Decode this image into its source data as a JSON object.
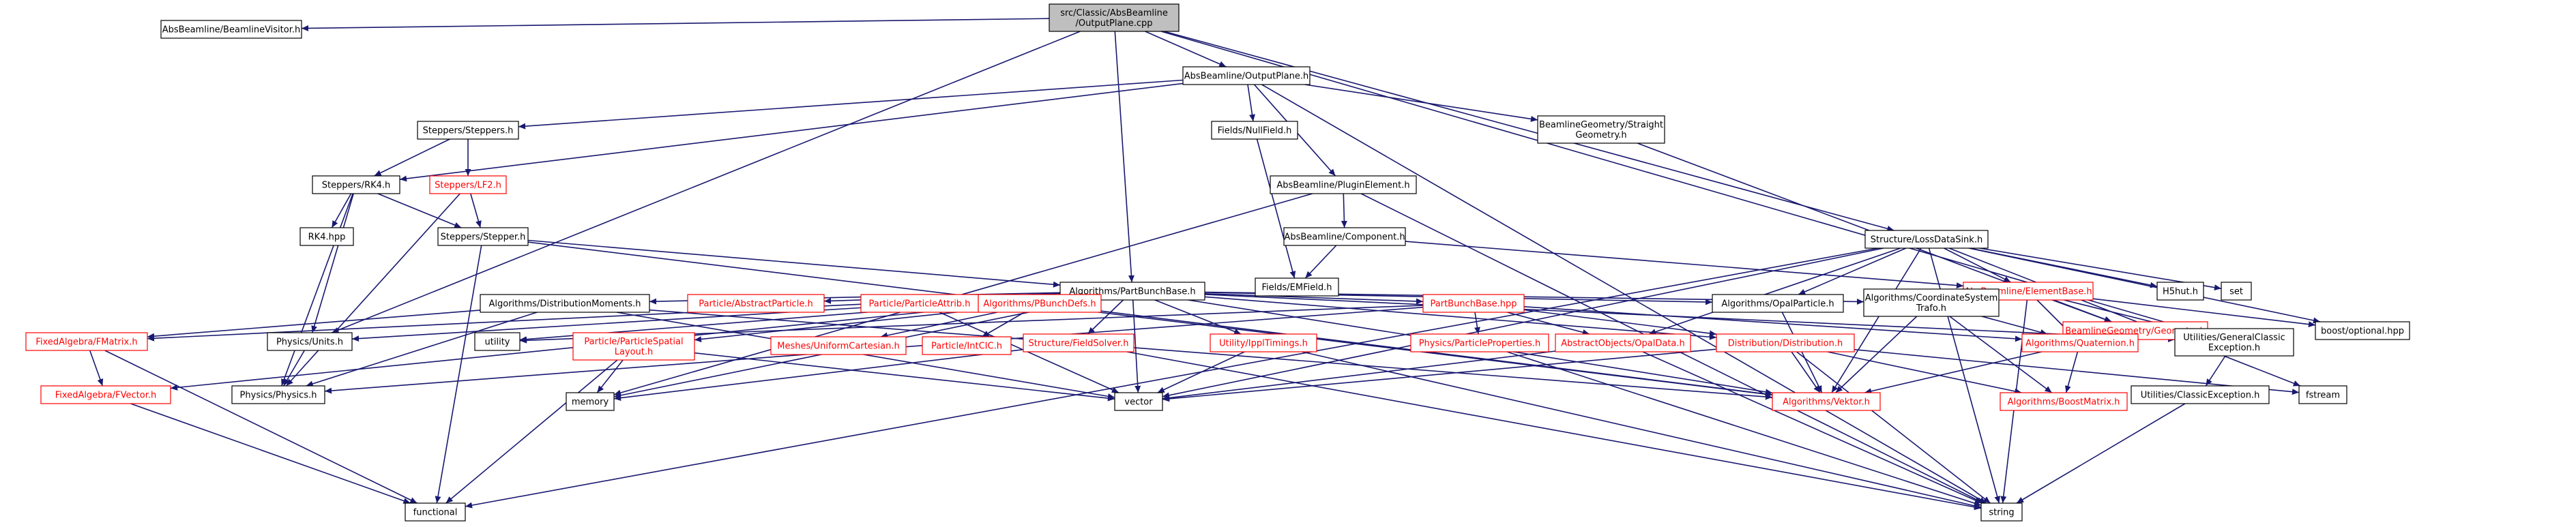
{
  "diagram": {
    "type": "include-dependency-graph",
    "colors": {
      "edge": "#191970",
      "root_fill": "#bfbfbf",
      "node_fill": "#ffffff",
      "node_border_plain": "#000000",
      "node_border_linked": "#ff0000",
      "text_plain": "#000000",
      "text_linked": "#ff0000"
    },
    "nodes": [
      {
        "id": "root",
        "lines": [
          "src/Classic/AbsBeamline",
          "/OutputPlane.cpp"
        ],
        "kind": "root"
      },
      {
        "id": "beamlinevisitor",
        "lines": [
          "AbsBeamline/BeamlineVisitor.h"
        ],
        "kind": "plain"
      },
      {
        "id": "outputplane_h",
        "lines": [
          "AbsBeamline/OutputPlane.h"
        ],
        "kind": "plain"
      },
      {
        "id": "steppers_h",
        "lines": [
          "Steppers/Steppers.h"
        ],
        "kind": "plain"
      },
      {
        "id": "nullfield",
        "lines": [
          "Fields/NullField.h"
        ],
        "kind": "plain"
      },
      {
        "id": "straightgeom",
        "lines": [
          "BeamlineGeometry/Straight",
          "Geometry.h"
        ],
        "kind": "plain"
      },
      {
        "id": "rk4_h",
        "lines": [
          "Steppers/RK4.h"
        ],
        "kind": "plain"
      },
      {
        "id": "lf2_h",
        "lines": [
          "Steppers/LF2.h"
        ],
        "kind": "linked"
      },
      {
        "id": "pluginelement",
        "lines": [
          "AbsBeamline/PluginElement.h"
        ],
        "kind": "plain"
      },
      {
        "id": "rk4_hpp",
        "lines": [
          "RK4.hpp"
        ],
        "kind": "plain"
      },
      {
        "id": "stepper_h",
        "lines": [
          "Steppers/Stepper.h"
        ],
        "kind": "plain"
      },
      {
        "id": "component",
        "lines": [
          "AbsBeamline/Component.h"
        ],
        "kind": "plain"
      },
      {
        "id": "lossdatasink",
        "lines": [
          "Structure/LossDataSink.h"
        ],
        "kind": "plain"
      },
      {
        "id": "emfield",
        "lines": [
          "Fields/EMField.h"
        ],
        "kind": "plain"
      },
      {
        "id": "partbunchbase_h",
        "lines": [
          "Algorithms/PartBunchBase.h"
        ],
        "kind": "plain"
      },
      {
        "id": "elementbase",
        "lines": [
          "AbsBeamline/ElementBase.h"
        ],
        "kind": "linked"
      },
      {
        "id": "h5hut",
        "lines": [
          "H5hut.h"
        ],
        "kind": "plain"
      },
      {
        "id": "set",
        "lines": [
          "set"
        ],
        "kind": "plain"
      },
      {
        "id": "distmoments",
        "lines": [
          "Algorithms/DistributionMoments.h"
        ],
        "kind": "plain"
      },
      {
        "id": "abstractparticle",
        "lines": [
          "Particle/AbstractParticle.h"
        ],
        "kind": "linked"
      },
      {
        "id": "particleattrib",
        "lines": [
          "Particle/ParticleAttrib.h"
        ],
        "kind": "linked"
      },
      {
        "id": "pbunchdefs",
        "lines": [
          "Algorithms/PBunchDefs.h"
        ],
        "kind": "linked"
      },
      {
        "id": "partbunchbase_hpp",
        "lines": [
          "PartBunchBase.hpp"
        ],
        "kind": "linked"
      },
      {
        "id": "opalparticle",
        "lines": [
          "Algorithms/OpalParticle.h"
        ],
        "kind": "plain"
      },
      {
        "id": "coordsystrafo",
        "lines": [
          "Algorithms/CoordinateSystem",
          "Trafo.h"
        ],
        "kind": "plain"
      },
      {
        "id": "beamlinegeometry",
        "lines": [
          "BeamlineGeometry/Geometry.h"
        ],
        "kind": "linked"
      },
      {
        "id": "boostoptional",
        "lines": [
          "boost/optional.hpp"
        ],
        "kind": "plain"
      },
      {
        "id": "fmatrix",
        "lines": [
          "FixedAlgebra/FMatrix.h"
        ],
        "kind": "linked"
      },
      {
        "id": "physunits",
        "lines": [
          "Physics/Units.h"
        ],
        "kind": "plain"
      },
      {
        "id": "utility",
        "lines": [
          "utility"
        ],
        "kind": "plain"
      },
      {
        "id": "spatiallayout",
        "lines": [
          "Particle/ParticleSpatial",
          "Layout.h"
        ],
        "kind": "linked"
      },
      {
        "id": "uniformcartesian",
        "lines": [
          "Meshes/UniformCartesian.h"
        ],
        "kind": "linked"
      },
      {
        "id": "intcic",
        "lines": [
          "Particle/IntCIC.h"
        ],
        "kind": "linked"
      },
      {
        "id": "fieldsolver",
        "lines": [
          "Structure/FieldSolver.h"
        ],
        "kind": "linked"
      },
      {
        "id": "ippltimings",
        "lines": [
          "Utility/IpplTimings.h"
        ],
        "kind": "linked"
      },
      {
        "id": "physprops",
        "lines": [
          "Physics/ParticleProperties.h"
        ],
        "kind": "linked"
      },
      {
        "id": "opaldata",
        "lines": [
          "AbstractObjects/OpalData.h"
        ],
        "kind": "linked"
      },
      {
        "id": "distribution",
        "lines": [
          "Distribution/Distribution.h"
        ],
        "kind": "linked"
      },
      {
        "id": "quaternion",
        "lines": [
          "Algorithms/Quaternion.h"
        ],
        "kind": "linked"
      },
      {
        "id": "generalclassic",
        "lines": [
          "Utilities/GeneralClassic",
          "Exception.h"
        ],
        "kind": "plain"
      },
      {
        "id": "fvector",
        "lines": [
          "FixedAlgebra/FVector.h"
        ],
        "kind": "linked"
      },
      {
        "id": "physphysics",
        "lines": [
          "Physics/Physics.h"
        ],
        "kind": "plain"
      },
      {
        "id": "memory",
        "lines": [
          "memory"
        ],
        "kind": "plain"
      },
      {
        "id": "vector",
        "lines": [
          "vector"
        ],
        "kind": "plain"
      },
      {
        "id": "vektor",
        "lines": [
          "Algorithms/Vektor.h"
        ],
        "kind": "linked"
      },
      {
        "id": "boostmatrix",
        "lines": [
          "Algorithms/BoostMatrix.h"
        ],
        "kind": "linked"
      },
      {
        "id": "classicexception",
        "lines": [
          "Utilities/ClassicException.h"
        ],
        "kind": "plain"
      },
      {
        "id": "fstream",
        "lines": [
          "fstream"
        ],
        "kind": "plain"
      },
      {
        "id": "functional",
        "lines": [
          "functional"
        ],
        "kind": "plain"
      },
      {
        "id": "string",
        "lines": [
          "string"
        ],
        "kind": "plain"
      }
    ],
    "edges": [
      [
        "root",
        "beamlinevisitor"
      ],
      [
        "root",
        "outputplane_h"
      ],
      [
        "root",
        "partbunchbase_h"
      ],
      [
        "root",
        "lossdatasink"
      ],
      [
        "root",
        "physunits"
      ],
      [
        "root",
        "generalclassic"
      ],
      [
        "outputplane_h",
        "steppers_h"
      ],
      [
        "outputplane_h",
        "nullfield"
      ],
      [
        "outputplane_h",
        "straightgeom"
      ],
      [
        "outputplane_h",
        "pluginelement"
      ],
      [
        "outputplane_h",
        "rk4_h"
      ],
      [
        "outputplane_h",
        "string"
      ],
      [
        "steppers_h",
        "rk4_h"
      ],
      [
        "steppers_h",
        "lf2_h"
      ],
      [
        "rk4_h",
        "rk4_hpp"
      ],
      [
        "rk4_h",
        "stepper_h"
      ],
      [
        "rk4_h",
        "physunits"
      ],
      [
        "rk4_h",
        "physphysics"
      ],
      [
        "lf2_h",
        "stepper_h"
      ],
      [
        "lf2_h",
        "physphysics"
      ],
      [
        "stepper_h",
        "functional"
      ],
      [
        "stepper_h",
        "partbunchbase_h"
      ],
      [
        "stepper_h",
        "vektor"
      ],
      [
        "nullfield",
        "emfield"
      ],
      [
        "straightgeom",
        "beamlinegeometry"
      ],
      [
        "pluginelement",
        "component"
      ],
      [
        "pluginelement",
        "memory"
      ],
      [
        "pluginelement",
        "string"
      ],
      [
        "component",
        "emfield"
      ],
      [
        "component",
        "elementbase"
      ],
      [
        "lossdatasink",
        "elementbase"
      ],
      [
        "lossdatasink",
        "h5hut"
      ],
      [
        "lossdatasink",
        "set"
      ],
      [
        "lossdatasink",
        "opalparticle"
      ],
      [
        "lossdatasink",
        "boostoptional"
      ],
      [
        "lossdatasink",
        "vector"
      ],
      [
        "lossdatasink",
        "vektor"
      ],
      [
        "lossdatasink",
        "opaldata"
      ],
      [
        "lossdatasink",
        "fstream"
      ],
      [
        "lossdatasink",
        "functional"
      ],
      [
        "lossdatasink",
        "string"
      ],
      [
        "elementbase",
        "coordsystrafo"
      ],
      [
        "elementbase",
        "beamlinegeometry"
      ],
      [
        "elementbase",
        "boostoptional"
      ],
      [
        "elementbase",
        "generalclassic"
      ],
      [
        "elementbase",
        "quaternion"
      ],
      [
        "elementbase",
        "string"
      ],
      [
        "partbunchbase_h",
        "distmoments"
      ],
      [
        "partbunchbase_h",
        "abstractparticle"
      ],
      [
        "partbunchbase_h",
        "particleattrib"
      ],
      [
        "partbunchbase_h",
        "pbunchdefs"
      ],
      [
        "partbunchbase_h",
        "partbunchbase_hpp"
      ],
      [
        "partbunchbase_h",
        "opalparticle"
      ],
      [
        "partbunchbase_h",
        "coordsystrafo"
      ],
      [
        "partbunchbase_h",
        "fmatrix"
      ],
      [
        "partbunchbase_h",
        "fvector"
      ],
      [
        "partbunchbase_h",
        "physunits"
      ],
      [
        "partbunchbase_h",
        "utility"
      ],
      [
        "partbunchbase_h",
        "memory"
      ],
      [
        "partbunchbase_h",
        "vector"
      ],
      [
        "partbunchbase_h",
        "fieldsolver"
      ],
      [
        "partbunchbase_h",
        "ippltimings"
      ],
      [
        "partbunchbase_h",
        "distribution"
      ],
      [
        "partbunchbase_h",
        "vektor"
      ],
      [
        "partbunchbase_h",
        "generalclassic"
      ],
      [
        "distmoments",
        "fmatrix"
      ],
      [
        "distmoments",
        "vector"
      ],
      [
        "distmoments",
        "physphysics"
      ],
      [
        "distmoments",
        "vektor"
      ],
      [
        "particleattrib",
        "vector"
      ],
      [
        "pbunchdefs",
        "uniformcartesian"
      ],
      [
        "pbunchdefs",
        "intcic"
      ],
      [
        "pbunchdefs",
        "spatiallayout"
      ],
      [
        "pbunchdefs",
        "vektor"
      ],
      [
        "partbunchbase_hpp",
        "physprops"
      ],
      [
        "partbunchbase_hpp",
        "opaldata"
      ],
      [
        "partbunchbase_hpp",
        "distribution"
      ],
      [
        "partbunchbase_hpp",
        "quaternion"
      ],
      [
        "partbunchbase_hpp",
        "physphysics"
      ],
      [
        "partbunchbase_hpp",
        "utility"
      ],
      [
        "opalparticle",
        "vektor"
      ],
      [
        "coordsystrafo",
        "quaternion"
      ],
      [
        "coordsystrafo",
        "vektor"
      ],
      [
        "coordsystrafo",
        "boostmatrix"
      ],
      [
        "fmatrix",
        "fvector"
      ],
      [
        "fmatrix",
        "functional"
      ],
      [
        "fvector",
        "functional"
      ],
      [
        "physunits",
        "physphysics"
      ],
      [
        "spatiallayout",
        "memory"
      ],
      [
        "spatiallayout",
        "functional"
      ],
      [
        "spatiallayout",
        "vector"
      ],
      [
        "fieldsolver",
        "memory"
      ],
      [
        "fieldsolver",
        "string"
      ],
      [
        "ippltimings",
        "vector"
      ],
      [
        "ippltimings",
        "string"
      ],
      [
        "physprops",
        "string"
      ],
      [
        "opaldata",
        "vector"
      ],
      [
        "opaldata",
        "string"
      ],
      [
        "distribution",
        "vector"
      ],
      [
        "distribution",
        "vektor"
      ],
      [
        "distribution",
        "boostmatrix"
      ],
      [
        "distribution",
        "fstream"
      ],
      [
        "distribution",
        "string"
      ],
      [
        "quaternion",
        "vektor"
      ],
      [
        "quaternion",
        "boostmatrix"
      ],
      [
        "generalclassic",
        "classicexception"
      ],
      [
        "classicexception",
        "string"
      ]
    ]
  }
}
